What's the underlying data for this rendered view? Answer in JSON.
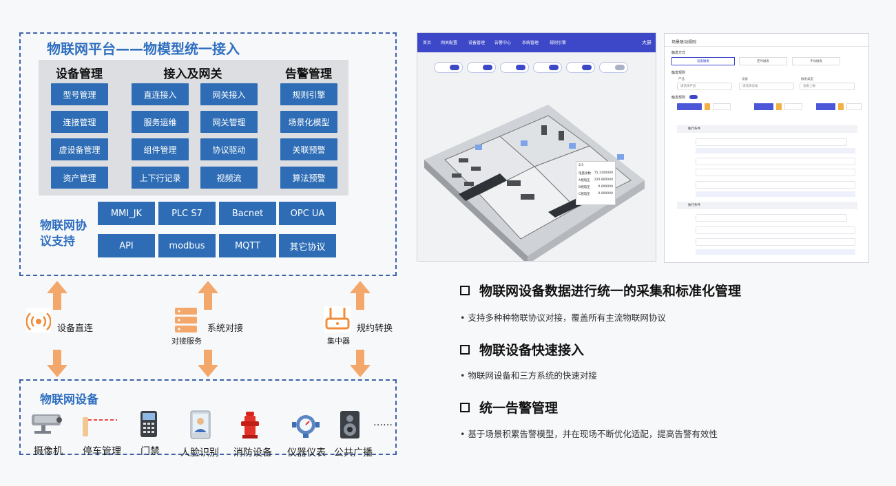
{
  "platform": {
    "title": "物联网平台——物模型统一接入",
    "columns": [
      {
        "header": "设备管理",
        "items": [
          "型号管理",
          "连接管理",
          "虚设备管理",
          "资产管理"
        ]
      },
      {
        "header": "接入及网关",
        "items_left": [
          "直连接入",
          "服务运维",
          "组件管理",
          "上下行记录"
        ],
        "items_right": [
          "网关接入",
          "网关管理",
          "协议驱动",
          "视频流"
        ]
      },
      {
        "header": "告警管理",
        "items": [
          "规则引擎",
          "场景化模型",
          "关联预警",
          "算法预警"
        ]
      }
    ],
    "protocol_label": "物联网协议支持",
    "protocols_row1": [
      "MMI_JK",
      "PLC S7",
      "Bacnet",
      "OPC UA"
    ],
    "protocols_row2": [
      "API",
      "modbus",
      "MQTT",
      "其它协议"
    ]
  },
  "connections": {
    "direct": "设备直连",
    "system": "系统对接",
    "system_sub": "对接服务",
    "protocol": "规约转换",
    "protocol_sub": "集中器"
  },
  "devices": {
    "title": "物联网设备",
    "items": [
      "摄像机",
      "停车管理",
      "门禁",
      "人脸识别",
      "消防设备",
      "仪器仪表",
      "公共广播"
    ],
    "more": "……"
  },
  "screenshot_left": {
    "nav": [
      "首页",
      "网关配置",
      "设备管理",
      "告警中心",
      "系统管理",
      "规则引擎"
    ],
    "user": "大屏",
    "popup": {
      "title": "2/3",
      "rows": [
        [
          "电量读数",
          "75.3100000"
        ],
        [
          "A相电压",
          "220.800000"
        ],
        [
          "B相电压",
          "0.000000"
        ],
        [
          "C相电压",
          "0.000000"
        ]
      ]
    }
  },
  "screenshot_right": {
    "title": "场景联动规则",
    "section1": "触发方式",
    "tabs": [
      "设备触发",
      "定时触发",
      "手动触发"
    ],
    "section2": "触发规则",
    "fields": [
      "产品",
      "设备",
      "触发类型"
    ],
    "selects": [
      "请选择产品",
      "请选择设备",
      "设备上报"
    ],
    "section3": "触发规则",
    "group1": "执行条件",
    "group2": "执行条件"
  },
  "features": [
    {
      "heading": "物联网设备数据进行统一的采集和标准化管理",
      "desc": "支持多种种物联协议对接，覆盖所有主流物联网协议"
    },
    {
      "heading": "物联设备快速接入",
      "desc": "物联网设备和三方系统的快速对接"
    },
    {
      "heading": "统一告警管理",
      "desc": "基于场景积累告警模型，并在现场不断优化适配，提高告警有效性"
    }
  ],
  "colors": {
    "accent": "#2e6db5",
    "title": "#2f6fc0",
    "arrow": "#f4a76a"
  }
}
